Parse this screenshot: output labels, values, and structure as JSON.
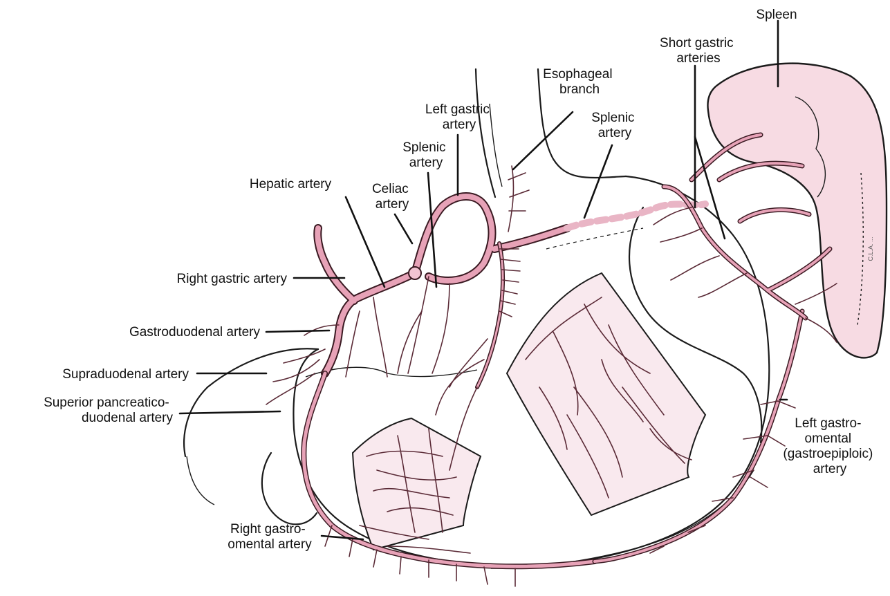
{
  "figure": {
    "signature": "C.L.A. ...",
    "colors": {
      "artery": "#e7a2b7",
      "artery_outline": "#3a1a22",
      "spleen": "#f7dbe3",
      "ink": "#111111"
    }
  },
  "labels": {
    "spleen": [
      "Spleen"
    ],
    "short_gastric": [
      "Short gastric",
      "arteries"
    ],
    "esophageal": [
      "Esophageal",
      "branch"
    ],
    "splenic_right": [
      "Splenic",
      "artery"
    ],
    "left_gastric": [
      "Left gastric",
      "artery"
    ],
    "splenic_left": [
      "Splenic",
      "artery"
    ],
    "hepatic": [
      "Hepatic artery"
    ],
    "celiac": [
      "Celiac",
      "artery"
    ],
    "right_gastric": [
      "Right gastric artery"
    ],
    "gastroduodenal": [
      "Gastroduodenal artery"
    ],
    "supraduodenal": [
      "Supraduodenal artery"
    ],
    "superior_pancreatico": [
      "Superior pancreatico-",
      "duodenal artery"
    ],
    "left_gastro": [
      "Left gastro-",
      "omental",
      "(gastroepiploic)",
      "artery"
    ],
    "right_gastro": [
      "Right gastro-",
      "omental artery"
    ]
  }
}
